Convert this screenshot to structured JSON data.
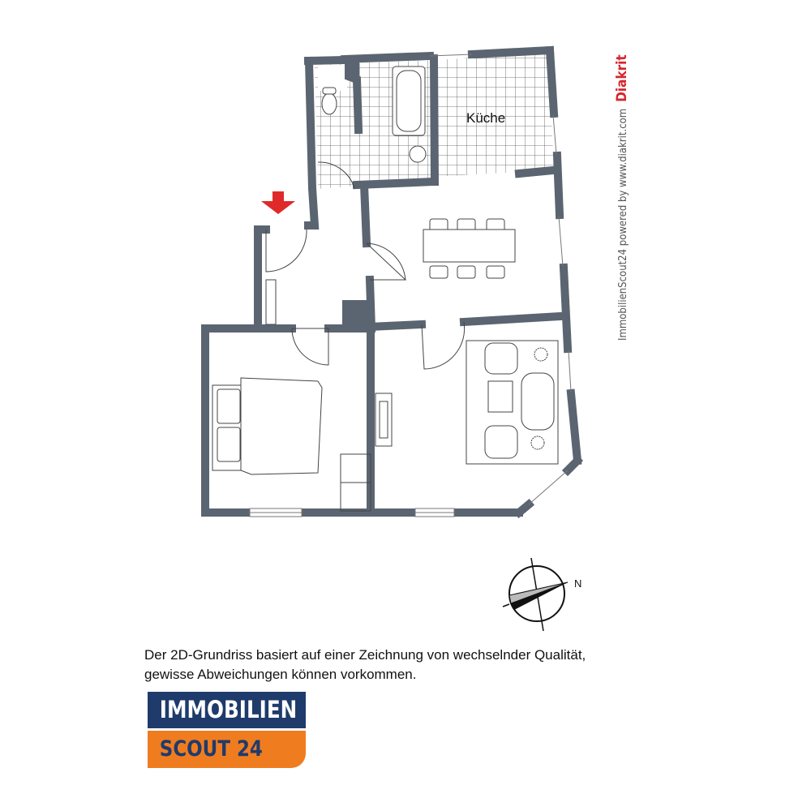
{
  "plan": {
    "room_label_kitchen": "Küche",
    "compass_label": "N",
    "wall_color": "#5b6571",
    "entrance_arrow_color": "#e02a2a"
  },
  "sidebar_credit": {
    "text": "ImmobilienScout24 powered by www.diakrit.com",
    "brand": "Diakrit"
  },
  "caption": {
    "line1": "Der 2D-Grundriss basiert auf einer Zeichnung von wechselnder Qualität,",
    "line2": "gewisse Abweichungen können vorkommen."
  },
  "logo": {
    "top": "IMMOBILIEN",
    "bottom": "SCOUT 24",
    "blue": "#1f3b6c",
    "orange": "#f07c20"
  }
}
